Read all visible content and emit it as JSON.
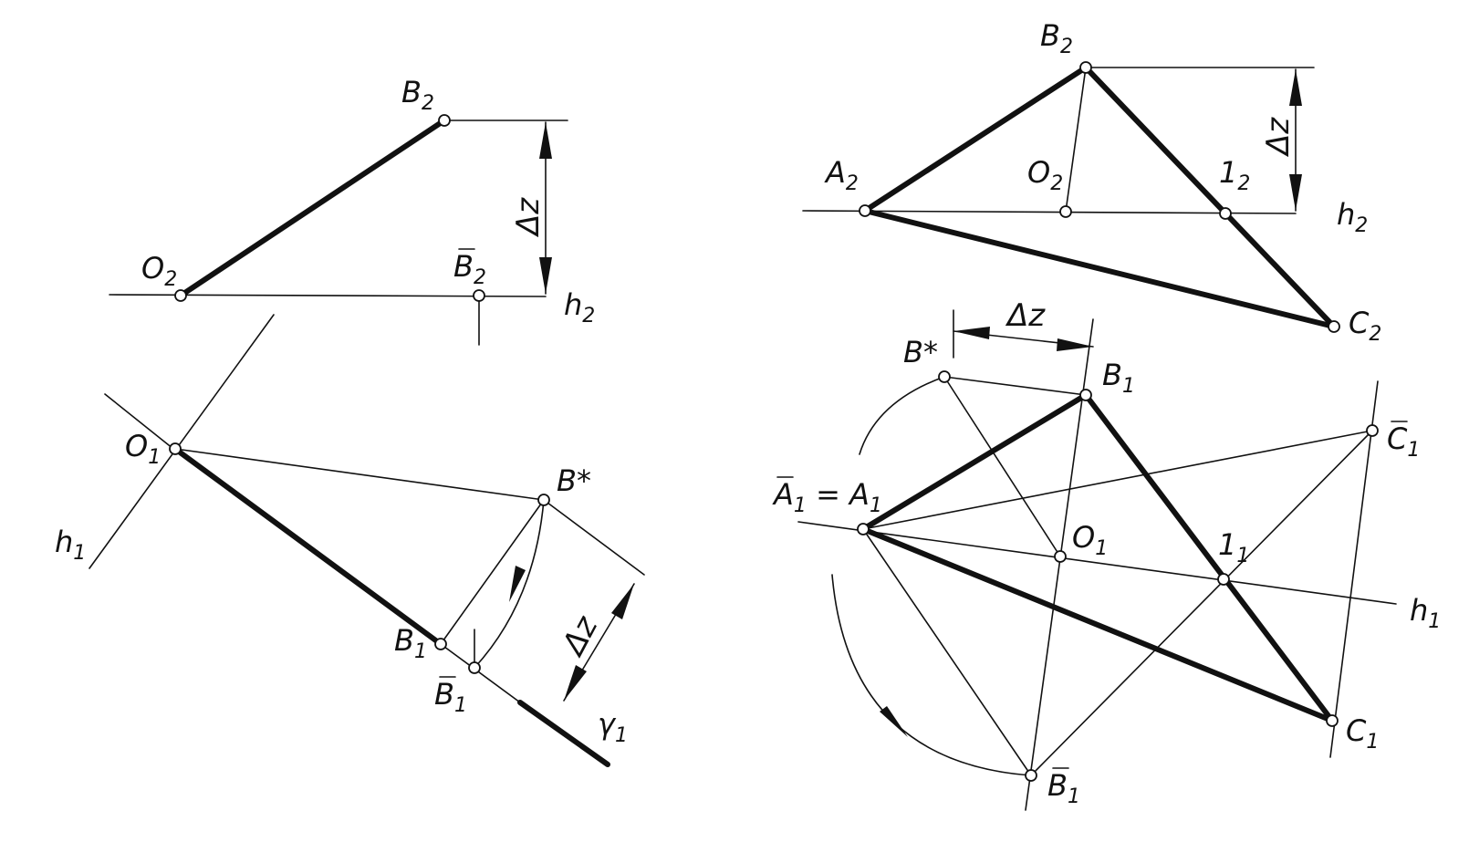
{
  "left_figure": {
    "B2": {
      "base": "B",
      "sub": "2"
    },
    "O2": {
      "base": "O",
      "sub": "2"
    },
    "Bbar2": {
      "base": "B",
      "sub": "2"
    },
    "h2": {
      "base": "h",
      "sub": "2"
    },
    "dz": "Δz",
    "O1": {
      "base": "O",
      "sub": "1"
    },
    "h1": {
      "base": "h",
      "sub": "1"
    },
    "Bstar": "B*",
    "B1": {
      "base": "B",
      "sub": "1"
    },
    "Bbar1": {
      "base": "B",
      "sub": "1"
    },
    "dz2": "Δz",
    "gamma1": {
      "base": "γ",
      "sub": "1"
    }
  },
  "right_figure": {
    "B2": {
      "base": "B",
      "sub": "2"
    },
    "A2": {
      "base": "A",
      "sub": "2"
    },
    "O2": {
      "base": "O",
      "sub": "2"
    },
    "p12": {
      "base": "1",
      "sub": "2"
    },
    "h2": {
      "base": "h",
      "sub": "2"
    },
    "C2": {
      "base": "C",
      "sub": "2"
    },
    "dz_top": "Δz",
    "dz_mid": "Δz",
    "Bstar": "B*",
    "B1": {
      "base": "B",
      "sub": "1"
    },
    "Cbar1": {
      "base": "C",
      "sub": "1"
    },
    "A1eq": {
      "left": "A",
      "sub1": "1",
      "eq": " = ",
      "right": "A",
      "sub2": "1"
    },
    "O1": {
      "base": "O",
      "sub": "1"
    },
    "p11": {
      "base": "1",
      "sub": "1"
    },
    "h1": {
      "base": "h",
      "sub": "1"
    },
    "C1": {
      "base": "C",
      "sub": "1"
    },
    "Bbar1": {
      "base": "B",
      "sub": "1"
    }
  }
}
